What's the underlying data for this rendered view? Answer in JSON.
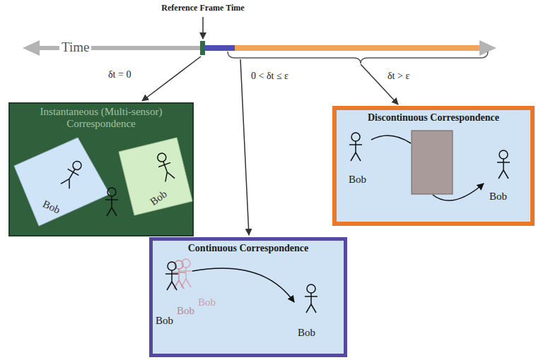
{
  "diagram": {
    "nodes": [
      {
        "text": [
          "Instantaneous (Multi-sensor) Correspondence"
        ]
      },
      {
        "text": [
          "Discontinuous Correspondence"
        ]
      },
      {
        "text": [
          "Continuous Correspondence"
        ]
      }
    ],
    "labels": [
      "Reference Frame Time",
      "Time",
      "δt = 0",
      "0 < δt ≤ ε",
      "δt > ε",
      "Bob",
      "Bob",
      "Bob",
      "Bob",
      "Bob",
      "Bob",
      "Bob",
      "Bob"
    ]
  }
}
